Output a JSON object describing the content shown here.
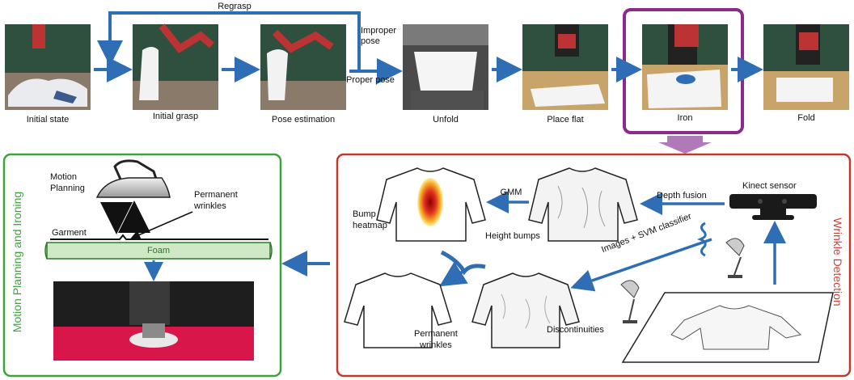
{
  "pipeline": {
    "steps": [
      {
        "label": "Initial state"
      },
      {
        "label": "Initial grasp"
      },
      {
        "label": "Pose estimation"
      },
      {
        "label": "Unfold"
      },
      {
        "label": "Place flat"
      },
      {
        "label": "Iron"
      },
      {
        "label": "Fold"
      }
    ],
    "regrasp_label": "Regrasp",
    "improper_pose_label": "Improper\npose",
    "proper_pose_label": "Proper pose",
    "highlight_color": "#8b2a8b",
    "arrow_color": "#2f6eb5"
  },
  "motion_panel": {
    "title": "Motion Planning and Ironing",
    "title_color": "#3aa53a",
    "border_color": "#3aa53a",
    "motion_planning_label": "Motion\nPlanning",
    "permanent_wrinkles_label": "Permanent\nwrinkles",
    "garment_label": "Garment",
    "foam_label": "Foam",
    "foam_color": "#cfe9c6"
  },
  "wrinkle_panel": {
    "title": "Wrinkle Detection",
    "title_color": "#d63a2f",
    "border_color": "#c0392b",
    "bump_heatmap_label": "Bump\nheatmap",
    "gmm_label": "GMM",
    "depth_fusion_label": "Depth fusion",
    "kinect_label": "Kinect sensor",
    "height_bumps_label": "Height bumps",
    "images_svm_label": "Images + SVM classifier",
    "permanent_wrinkles_label": "Permanent\nwrinkles",
    "discontinuities_label": "Discontinuities"
  }
}
